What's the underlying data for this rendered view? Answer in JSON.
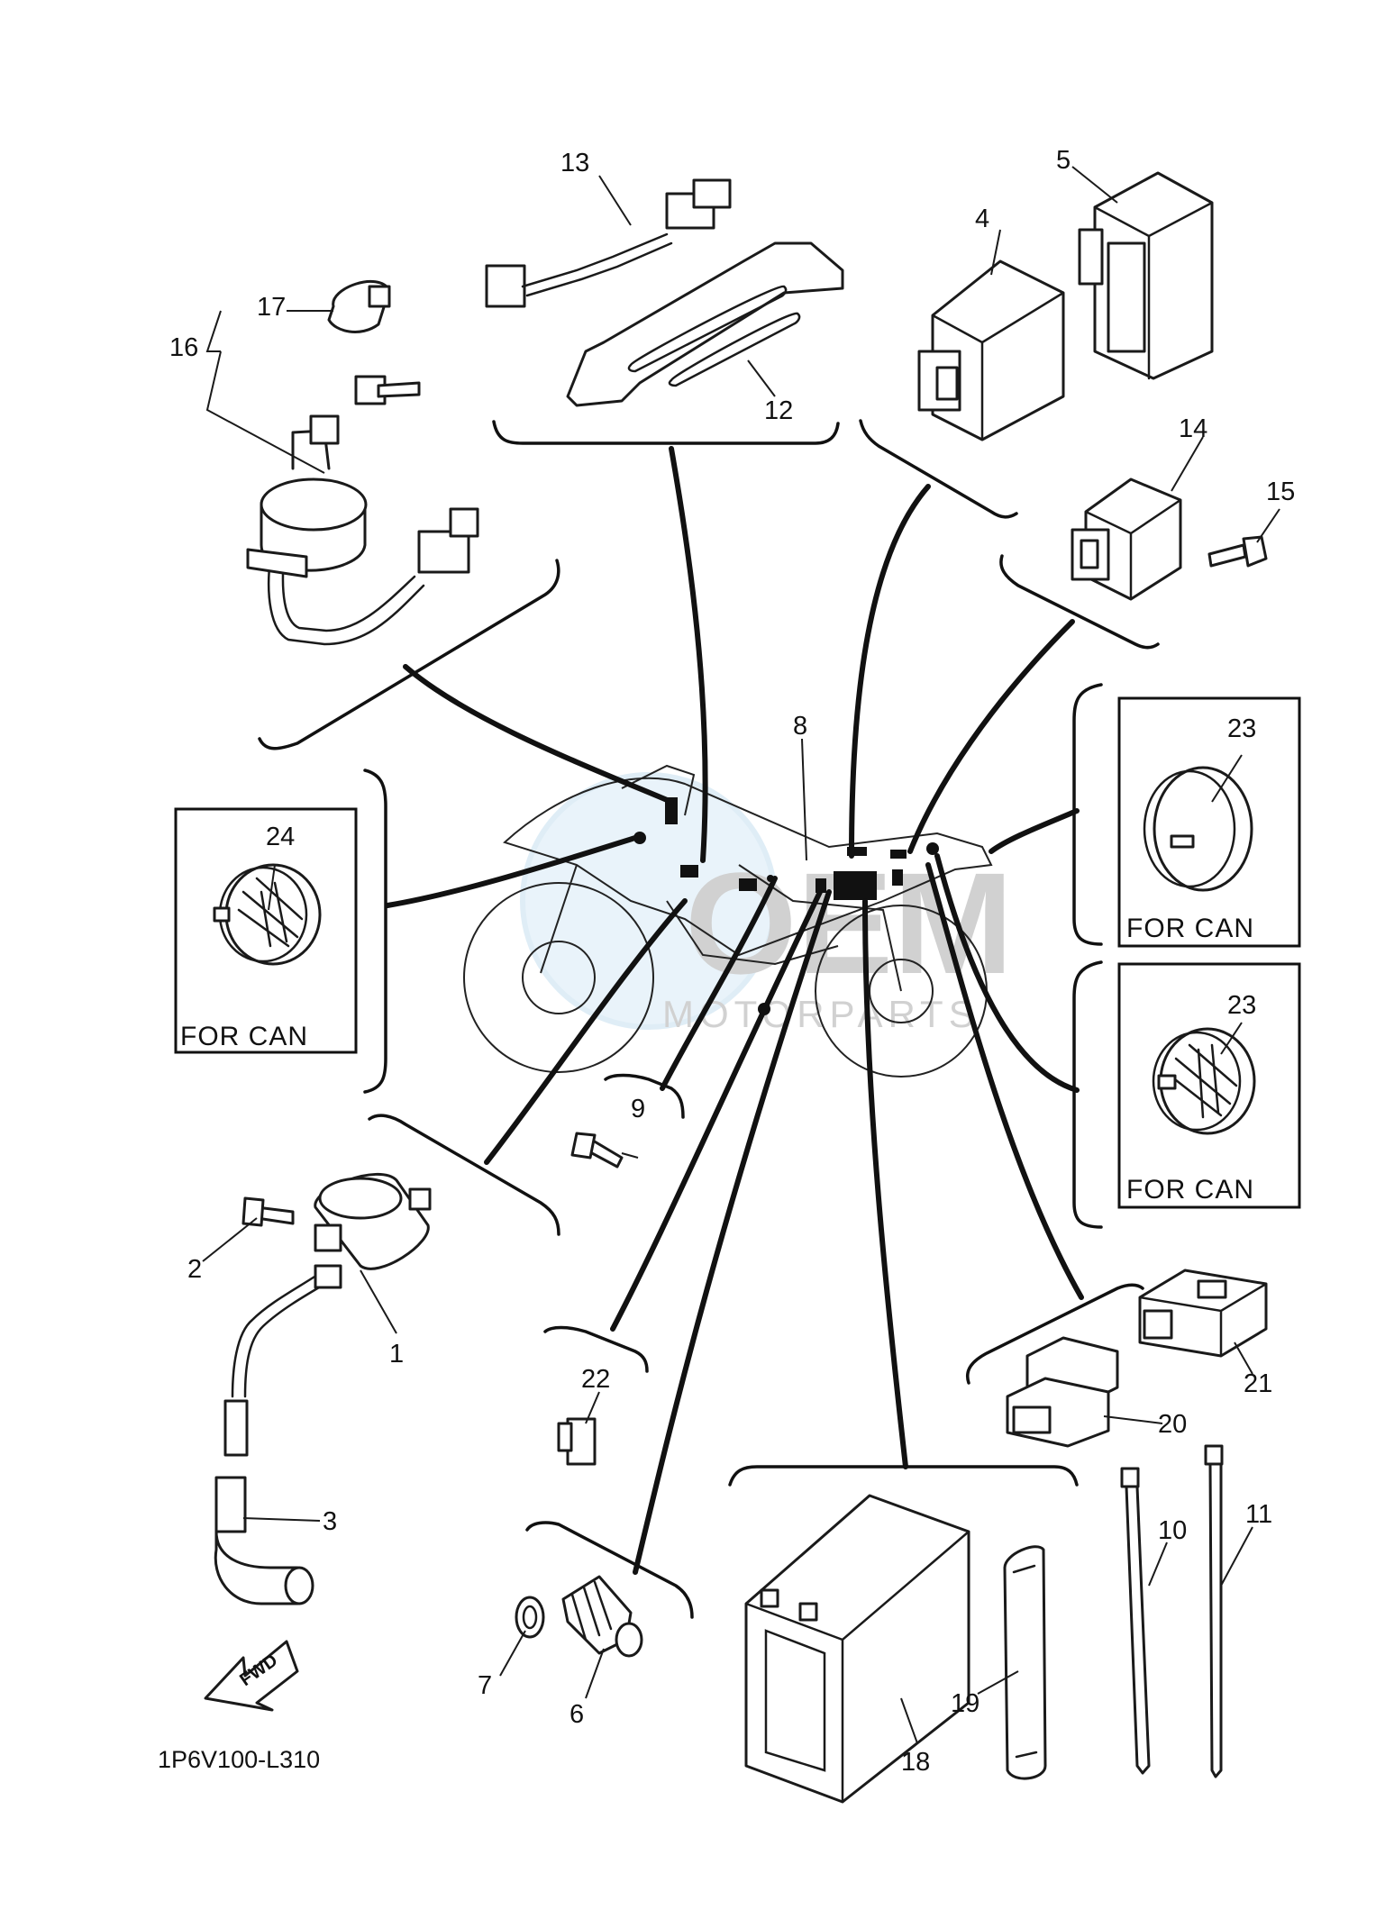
{
  "diagram": {
    "part_code": "1P6V100-L310",
    "callouts": [
      "1",
      "2",
      "3",
      "4",
      "5",
      "6",
      "7",
      "8",
      "9",
      "10",
      "11",
      "12",
      "13",
      "14",
      "15",
      "16",
      "17",
      "18",
      "19",
      "20",
      "21",
      "22",
      "23",
      "23",
      "24"
    ],
    "captions": [
      "FOR CAN",
      "FOR CAN",
      "FOR CAN"
    ],
    "fwd_label": "FWD",
    "watermark": {
      "line1": "OEM",
      "line2": "MOTORPARTS"
    }
  }
}
